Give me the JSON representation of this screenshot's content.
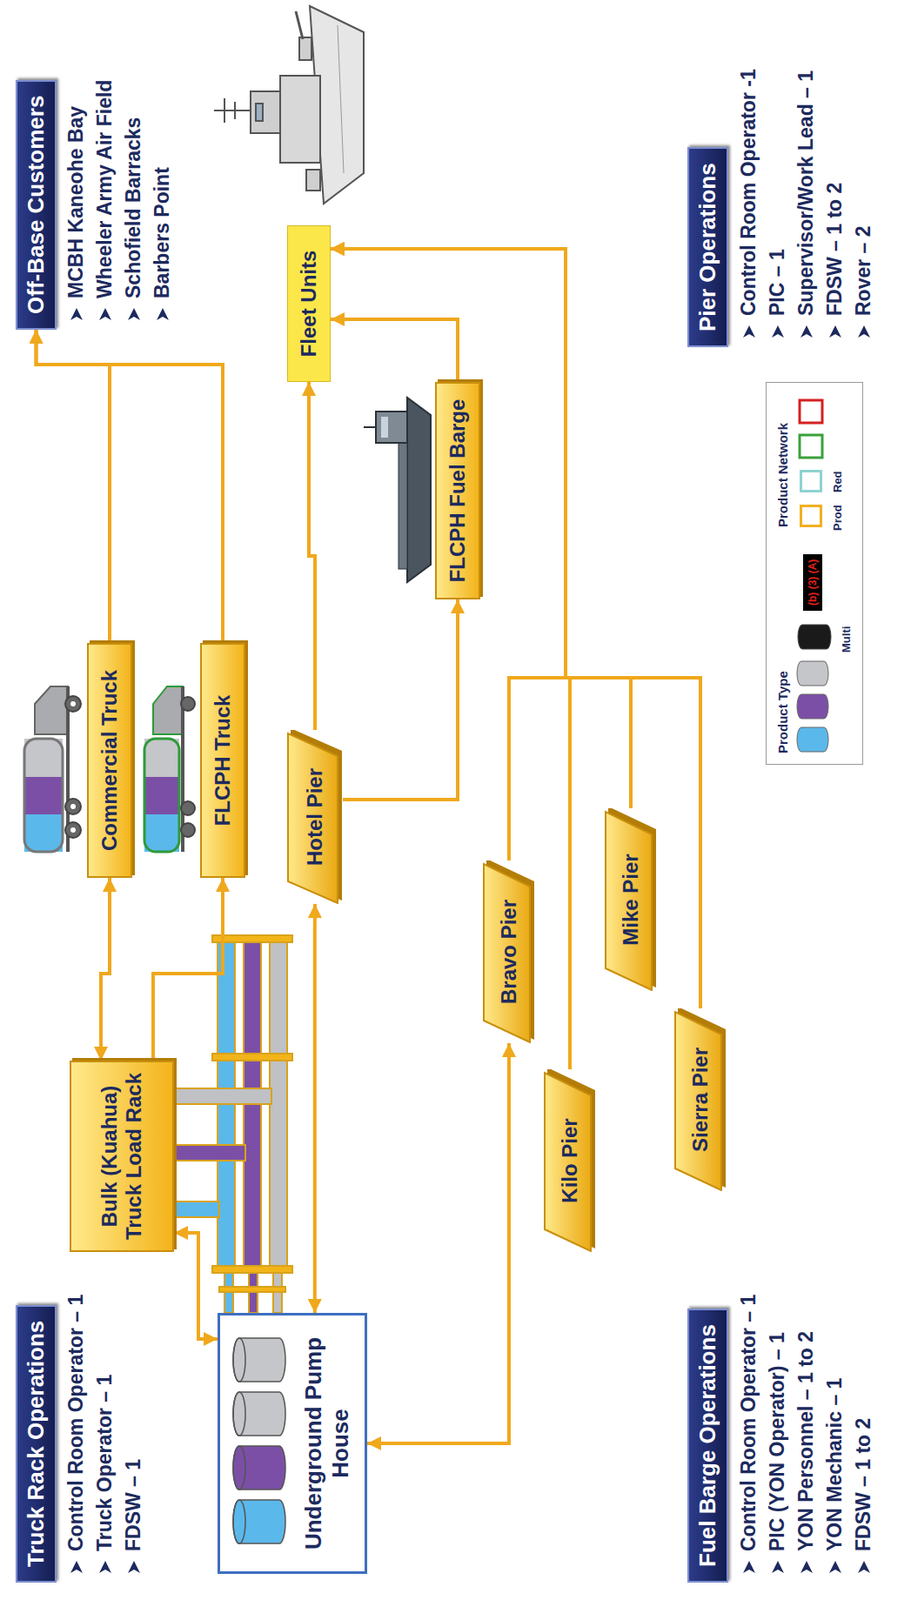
{
  "diagram": {
    "nodes": [
      {
        "text": [
          "Truck Rack Operations"
        ]
      },
      {
        "text": [
          "Off-Base Customers"
        ]
      },
      {
        "text": [
          "Commercial Truck"
        ]
      },
      {
        "text": [
          "Bulk (Kuahua) Truck Load Rack"
        ]
      },
      {
        "text": [
          "FLCPH Truck"
        ]
      },
      {
        "text": [
          "Underground Pump House"
        ]
      },
      {
        "text": [
          "Hotel Pier"
        ]
      },
      {
        "text": [
          "Fleet Units"
        ]
      },
      {
        "text": [
          "FLCPH Fuel Barge"
        ]
      },
      {
        "text": [
          "Bravo Pier"
        ]
      },
      {
        "text": [
          "Kilo Pier"
        ]
      },
      {
        "text": [
          "Mike Pier"
        ]
      },
      {
        "text": [
          "Sierra Pier"
        ]
      },
      {
        "text": [
          "Fuel Barge Operations"
        ]
      },
      {
        "text": [
          "Pier Operations"
        ]
      }
    ],
    "edges": [
      {
        "from": 5,
        "to": 3,
        "arrow": "both"
      },
      {
        "from": 3,
        "to": 2,
        "arrow": "both"
      },
      {
        "from": 3,
        "to": 4,
        "arrow": "to"
      },
      {
        "from": 2,
        "to": 1,
        "arrow": "to"
      },
      {
        "from": 4,
        "to": 1,
        "arrow": "to"
      },
      {
        "from": 5,
        "to": 6,
        "arrow": "both"
      },
      {
        "from": 6,
        "to": 8,
        "arrow": "to"
      },
      {
        "from": 6,
        "to": 7,
        "arrow": "to"
      },
      {
        "from": 8,
        "to": 7,
        "arrow": "to"
      },
      {
        "from": 9,
        "to": 7,
        "arrow": "to"
      },
      {
        "from": 10,
        "to": 7,
        "arrow": "to"
      },
      {
        "from": 11,
        "to": 7,
        "arrow": "to"
      },
      {
        "from": 12,
        "to": 7,
        "arrow": "to"
      },
      {
        "from": 5,
        "to": 9,
        "arrow": "both"
      }
    ],
    "labels": [
      "Control Room Operator – 1",
      "Truck Operator – 1",
      "FDSW – 1",
      "MCBH Kaneohe Bay",
      "Wheeler Army Air Field",
      "Schofield Barracks",
      "Barbers Point",
      "Control Room Operator – 1",
      "PIC (YON Operator) – 1",
      "YON Personnel – 1 to 2",
      "YON Mechanic – 1",
      "FDSW – 1 to 2",
      "Control Room Operator -1",
      "PIC – 1",
      "Supervisor/Work Lead – 1",
      "FDSW – 1 to 2",
      "Rover – 2",
      "Product Type",
      "Product Network",
      "(b) (3) (A)"
    ],
    "legend": [
      {
        "text": "Multi",
        "color": "#1a1a1a"
      },
      {
        "text": "Prod",
        "color": "#f0b020"
      },
      {
        "text": "Red",
        "color": "#8fd3cf"
      }
    ]
  }
}
